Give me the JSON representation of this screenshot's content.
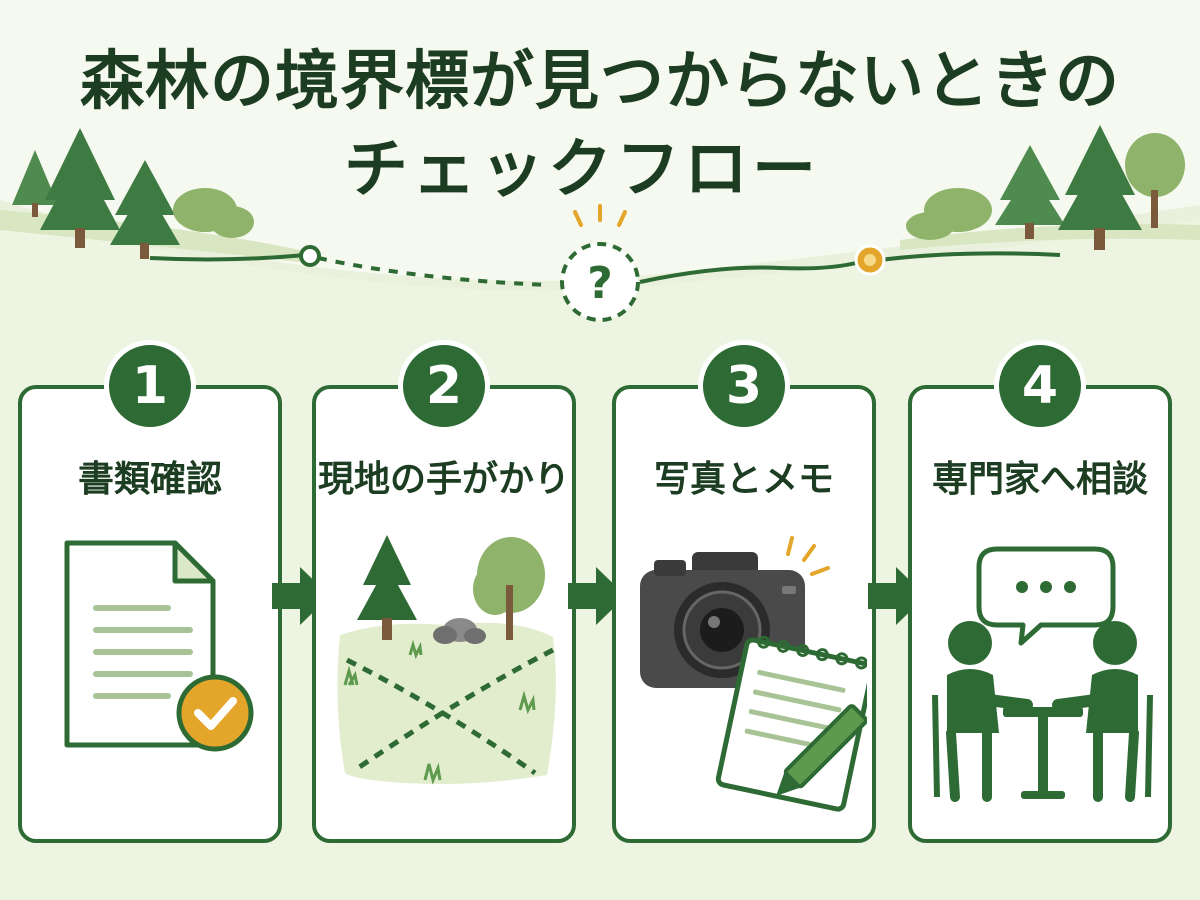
{
  "title": {
    "line1": "森林の境界標が見つからないときの",
    "line2": "チェックフロー"
  },
  "trail": {
    "marker": "?"
  },
  "steps": [
    {
      "number": "1",
      "label": "書類確認",
      "icon": "document-check-icon"
    },
    {
      "number": "2",
      "label": "現地の手がかり",
      "icon": "forest-site-clues-icon"
    },
    {
      "number": "3",
      "label": "写真とメモ",
      "icon": "camera-notepad-icon"
    },
    {
      "number": "4",
      "label": "専門家へ相談",
      "icon": "consultation-icon"
    }
  ],
  "colors": {
    "primary_green": "#2e6a34",
    "light_green": "#e7efd6",
    "accent_orange": "#e4a52b",
    "dark_text": "#1d3d22"
  }
}
